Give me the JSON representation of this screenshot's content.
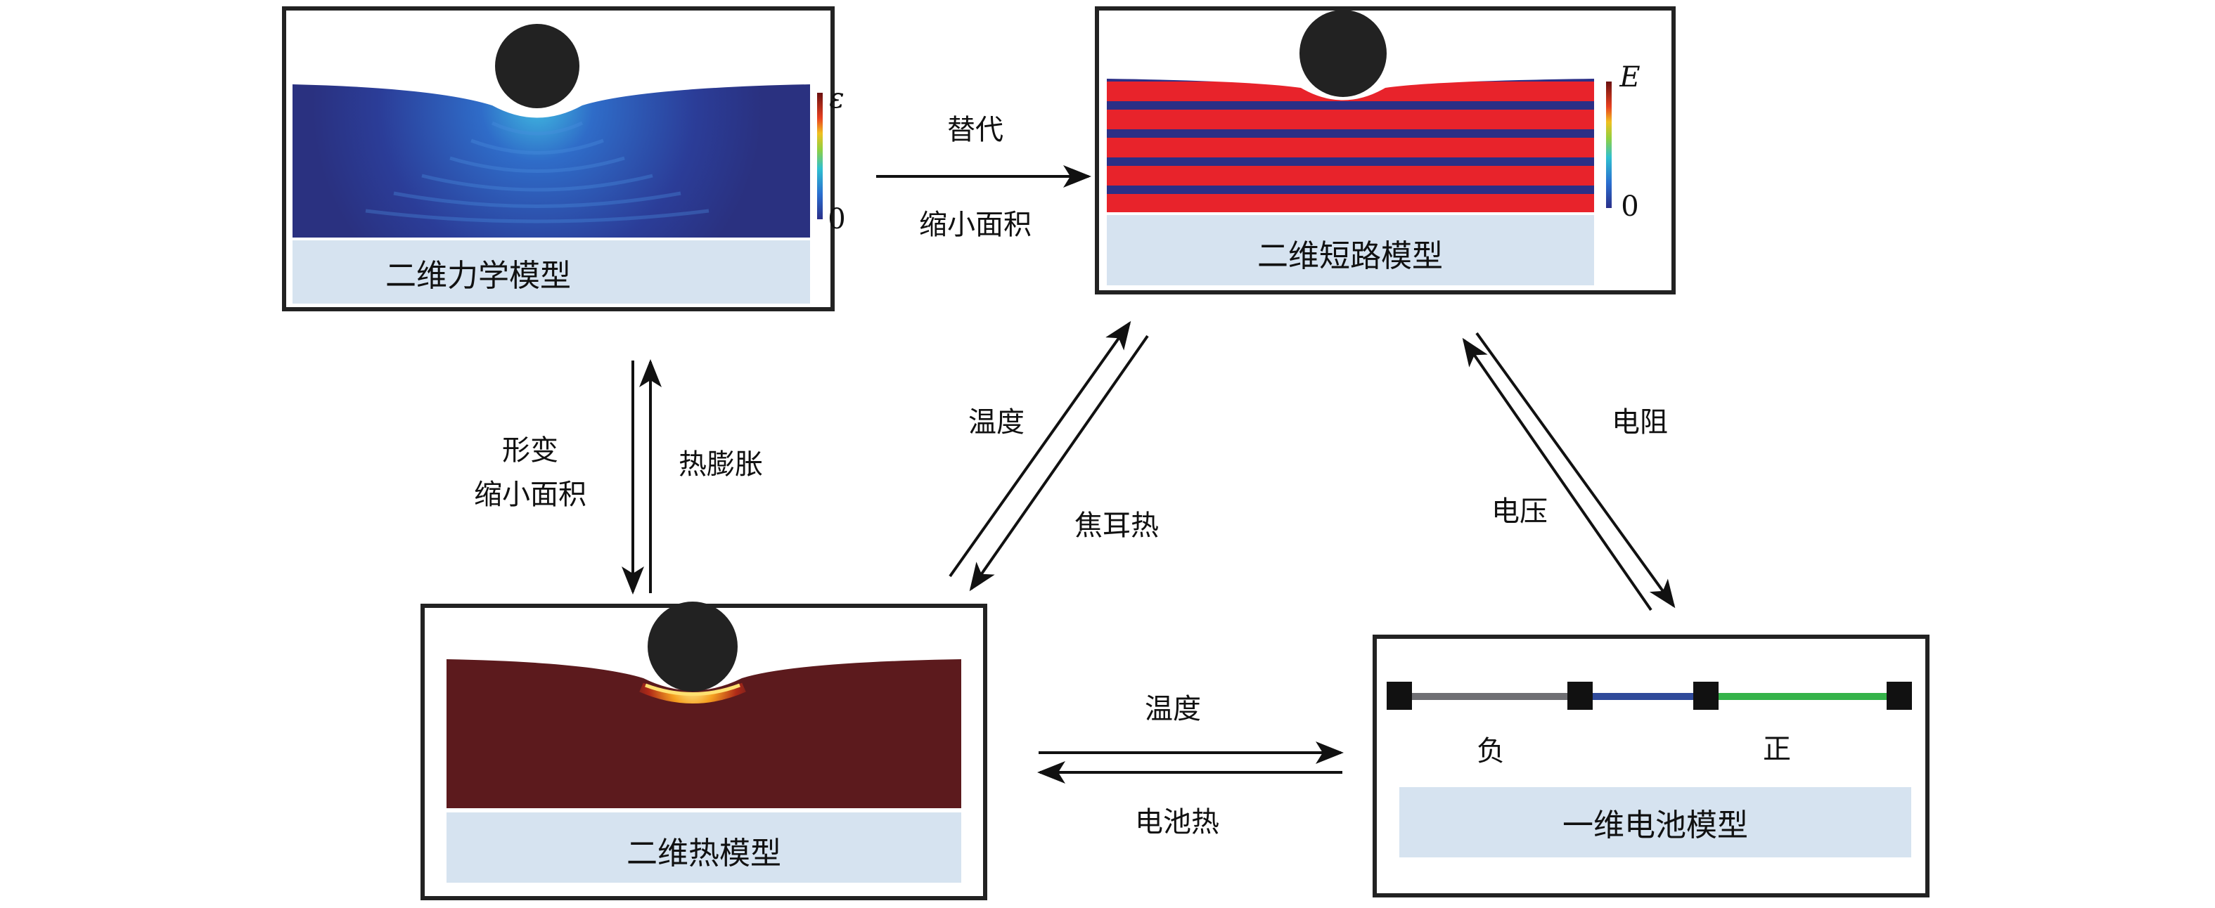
{
  "models": {
    "mechanics": {
      "title": "二维力学模型",
      "colorbar_top": "ε",
      "colorbar_bottom": "0"
    },
    "short_circuit": {
      "title": "二维短路模型",
      "colorbar_top": "E",
      "colorbar_bottom": "0"
    },
    "thermal": {
      "title": "二维热模型"
    },
    "battery": {
      "title": "一维电池模型",
      "negative": "负",
      "positive": "正"
    }
  },
  "arrows": {
    "mech_to_short": {
      "top": "替代",
      "bottom": "缩小面积"
    },
    "mech_thermal": {
      "down_1": "形变",
      "down_2": "缩小面积",
      "up": "热膨胀"
    },
    "thermal_short": {
      "up": "温度",
      "down": "焦耳热"
    },
    "short_battery": {
      "down": "电阻",
      "up": "电压"
    },
    "thermal_battery": {
      "right": "温度",
      "left": "电池热"
    }
  },
  "colors": {
    "mech_field": "#2a3180",
    "stripe_red": "#e8232b",
    "stripe_blue": "#2b2f86",
    "thermal_field": "#5c1a1d",
    "band": "#d6e3f0",
    "neg_line": "#6f6f73",
    "sep_line": "#2f4a9a",
    "pos_line": "#35b34a"
  }
}
